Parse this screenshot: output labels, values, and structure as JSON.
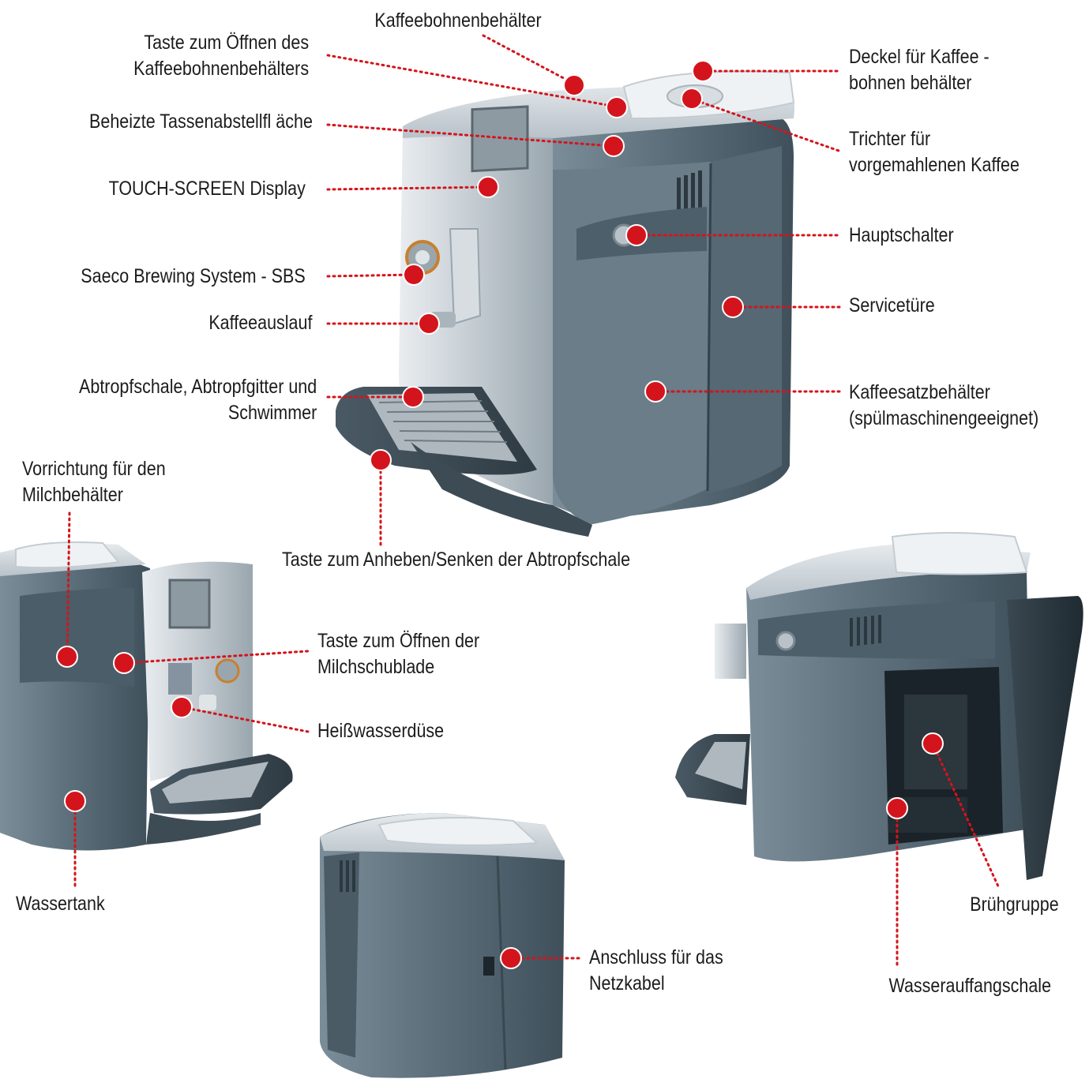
{
  "figure": {
    "colors": {
      "callout_dot": "#d4141c",
      "leader_line": "#d4141c",
      "label_text": "#1c1c1c",
      "machine_body": "#5b6f7b",
      "machine_silver": "#c6ced4",
      "background": "#ffffff"
    }
  },
  "labels": {
    "bean_container": "Kaffeebohnenbehälter",
    "bean_button": [
      "Taste zum Öffnen des",
      "Kaffeebohnenbehälters"
    ],
    "heated_surface": "Beheizte Tassenabstellfl äche",
    "touch_display": "TOUCH-SCREEN Display",
    "sbs": "Saeco Brewing System - SBS",
    "coffee_spout": "Kaffeeauslauf",
    "drip_tray": [
      "Abtropfschale, Abtropfgitter und",
      "Schwimmer"
    ],
    "milk_device": [
      "Vorrichtung für den",
      "Milchbehälter"
    ],
    "tray_button": "Taste zum Anheben/Senken der Abtropfschale",
    "bean_lid": [
      "Deckel für Kaffee -",
      "bohnen behälter"
    ],
    "funnel": [
      "Trichter für",
      "vorgemahlenen Kaffee"
    ],
    "main_switch": "Hauptschalter",
    "service_door": "Servicetüre",
    "grounds_container": [
      "Kaffeesatzbehälter",
      "(spülmaschinengeeignet)"
    ],
    "milk_drawer_button": [
      "Taste zum Öffnen der",
      "Milchschublade"
    ],
    "hot_water": "Heißwasserdüse",
    "water_tank": "Wassertank",
    "power_socket": [
      "Anschluss für das",
      "Netzkabel"
    ],
    "brew_group": "Brühgruppe",
    "water_collector": "Wasserauffangschale"
  }
}
